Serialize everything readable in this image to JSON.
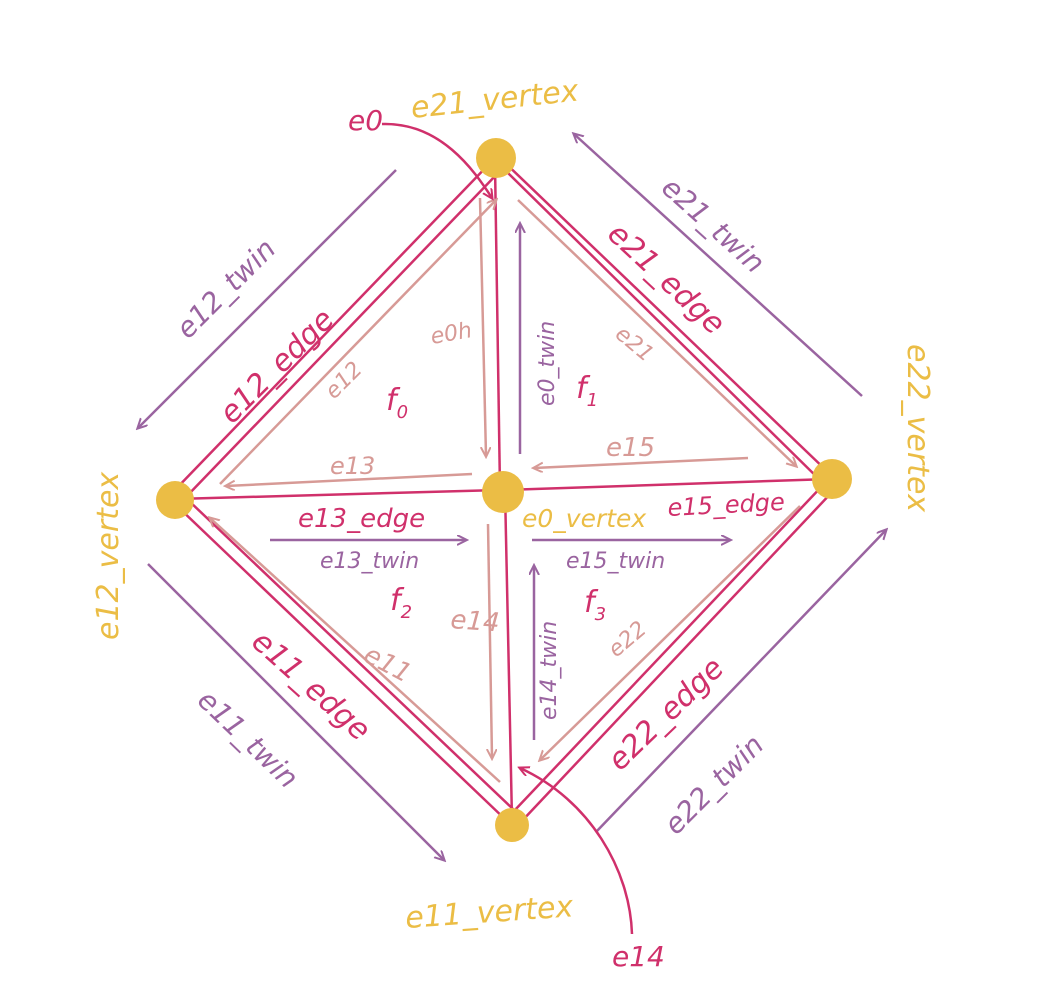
{
  "colors": {
    "vertex": "#EBBD45",
    "edge": "#D0306B",
    "twin": "#9A64A0",
    "half": "#D79A96"
  },
  "vertex_labels": {
    "top": "e21_vertex",
    "right": "e22_vertex",
    "left": "e12_vertex",
    "bottom": "e11_vertex",
    "center": "e0_vertex"
  },
  "edge_labels": {
    "e12": "e12_edge",
    "e21": "e21_edge",
    "e13": "e13_edge",
    "e15": "e15_edge",
    "e11": "e11_edge",
    "e22": "e22_edge"
  },
  "twin_labels": {
    "e12": "e12_twin",
    "e21": "e21_twin",
    "e11": "e11_twin",
    "e22": "e22_twin",
    "e13": "e13_twin",
    "e15": "e15_twin",
    "e0": "e0_twin",
    "e14": "e14_twin"
  },
  "halfedge_labels": {
    "e12": "e12",
    "e0h": "e0h",
    "e21": "e21",
    "e13": "e13",
    "e15": "e15",
    "e14": "e14",
    "e11": "e11",
    "e22": "e22"
  },
  "face_labels": {
    "f0": "f",
    "f0_sub": "0",
    "f1": "f",
    "f1_sub": "1",
    "f2": "f",
    "f2_sub": "2",
    "f3": "f",
    "f3_sub": "3"
  },
  "pointer_labels": {
    "top": "e0",
    "bottom": "e14"
  }
}
